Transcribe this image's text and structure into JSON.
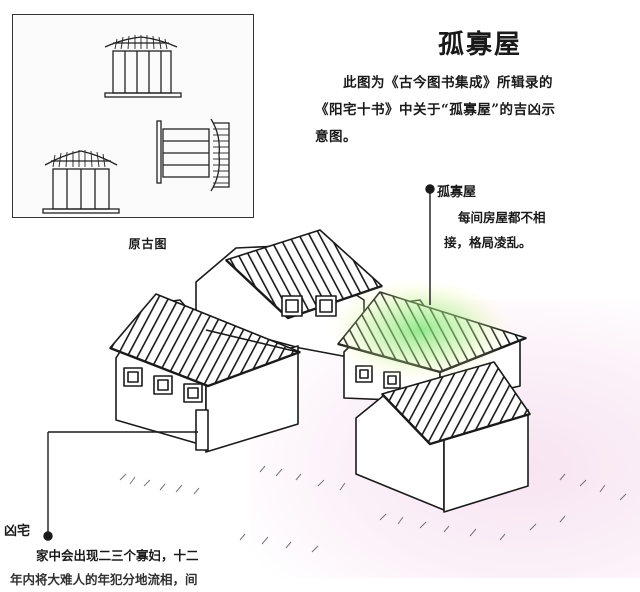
{
  "title": "孤寡屋",
  "description": {
    "line1": "此图为《古今图书集成》所辑录的",
    "line2": "《阳宅十书》中关于“孤寡屋”的吉凶示",
    "line3": "意图。"
  },
  "inset": {
    "caption": "原古图"
  },
  "annotation_top": {
    "label": "孤寡屋",
    "line1": "每间房屋都不相",
    "line2": "接，格局凌乱。"
  },
  "annotation_bottom": {
    "label": "凶宅",
    "line1": "家中会出现二三个寡妇，十二",
    "line2": "年内将大难人的年犯分地流相，间"
  },
  "colors": {
    "ink": "#1a1a1a",
    "highlight_green": "#6fe06a",
    "pink_wash": "#f7e4f1"
  }
}
